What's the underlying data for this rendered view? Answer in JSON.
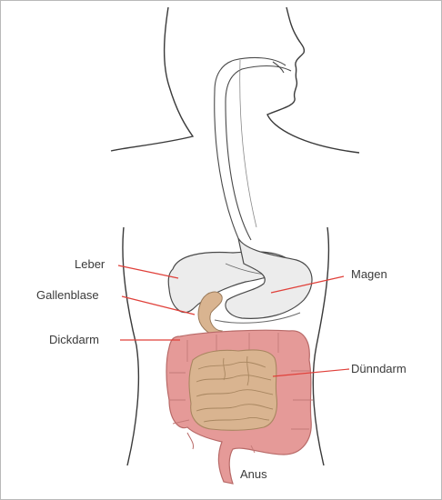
{
  "labels": {
    "leber": "Leber",
    "gallenblase": "Gallenblase",
    "dickdarm": "Dickdarm",
    "magen": "Magen",
    "duenndarm": "Dünndarm",
    "anus": "Anus"
  },
  "colors": {
    "leader_line": "#e0403a",
    "outline": "#3a3a3a",
    "organ_fill": "#ececec",
    "large_intestine": "#e59a98",
    "small_intestine": "#d9b490"
  }
}
